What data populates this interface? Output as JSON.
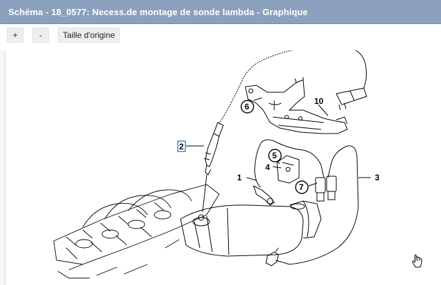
{
  "window": {
    "title": "Schéma - 18_0577: Necess.de montage de sonde lambda - Graphique"
  },
  "toolbar": {
    "zoom_in_label": "+",
    "zoom_out_label": "-",
    "reset_label": "Taille d'origine"
  },
  "diagram": {
    "callouts": [
      "1",
      "2",
      "3",
      "4",
      "5",
      "6",
      "7",
      "10"
    ],
    "highlighted_callout": "2"
  },
  "colors": {
    "titlebar_bg": "#8aa0bd",
    "highlight": "#1a63c7"
  }
}
